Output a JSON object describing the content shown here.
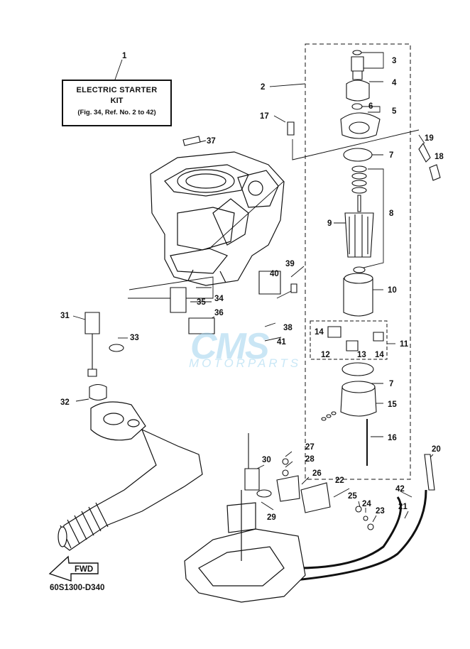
{
  "kit_box": {
    "line1": "ELECTRIC STARTER",
    "line2": "KIT",
    "line3": "(Fig. 34, Ref. No. 2 to 42)"
  },
  "diagram_code": "60S1300-D340",
  "fwd_label": "FWD",
  "watermark": {
    "brand": "CMS",
    "sub": "MOTORPARTS"
  },
  "callouts": [
    "1",
    "2",
    "3",
    "4",
    "5",
    "6",
    "7",
    "8",
    "9",
    "10",
    "11",
    "12",
    "13",
    "14",
    "15",
    "16",
    "17",
    "18",
    "19",
    "20",
    "21",
    "22",
    "23",
    "24",
    "25",
    "26",
    "27",
    "28",
    "29",
    "30",
    "31",
    "32",
    "33",
    "34",
    "35",
    "36",
    "37",
    "38",
    "39",
    "40",
    "41",
    "42"
  ]
}
